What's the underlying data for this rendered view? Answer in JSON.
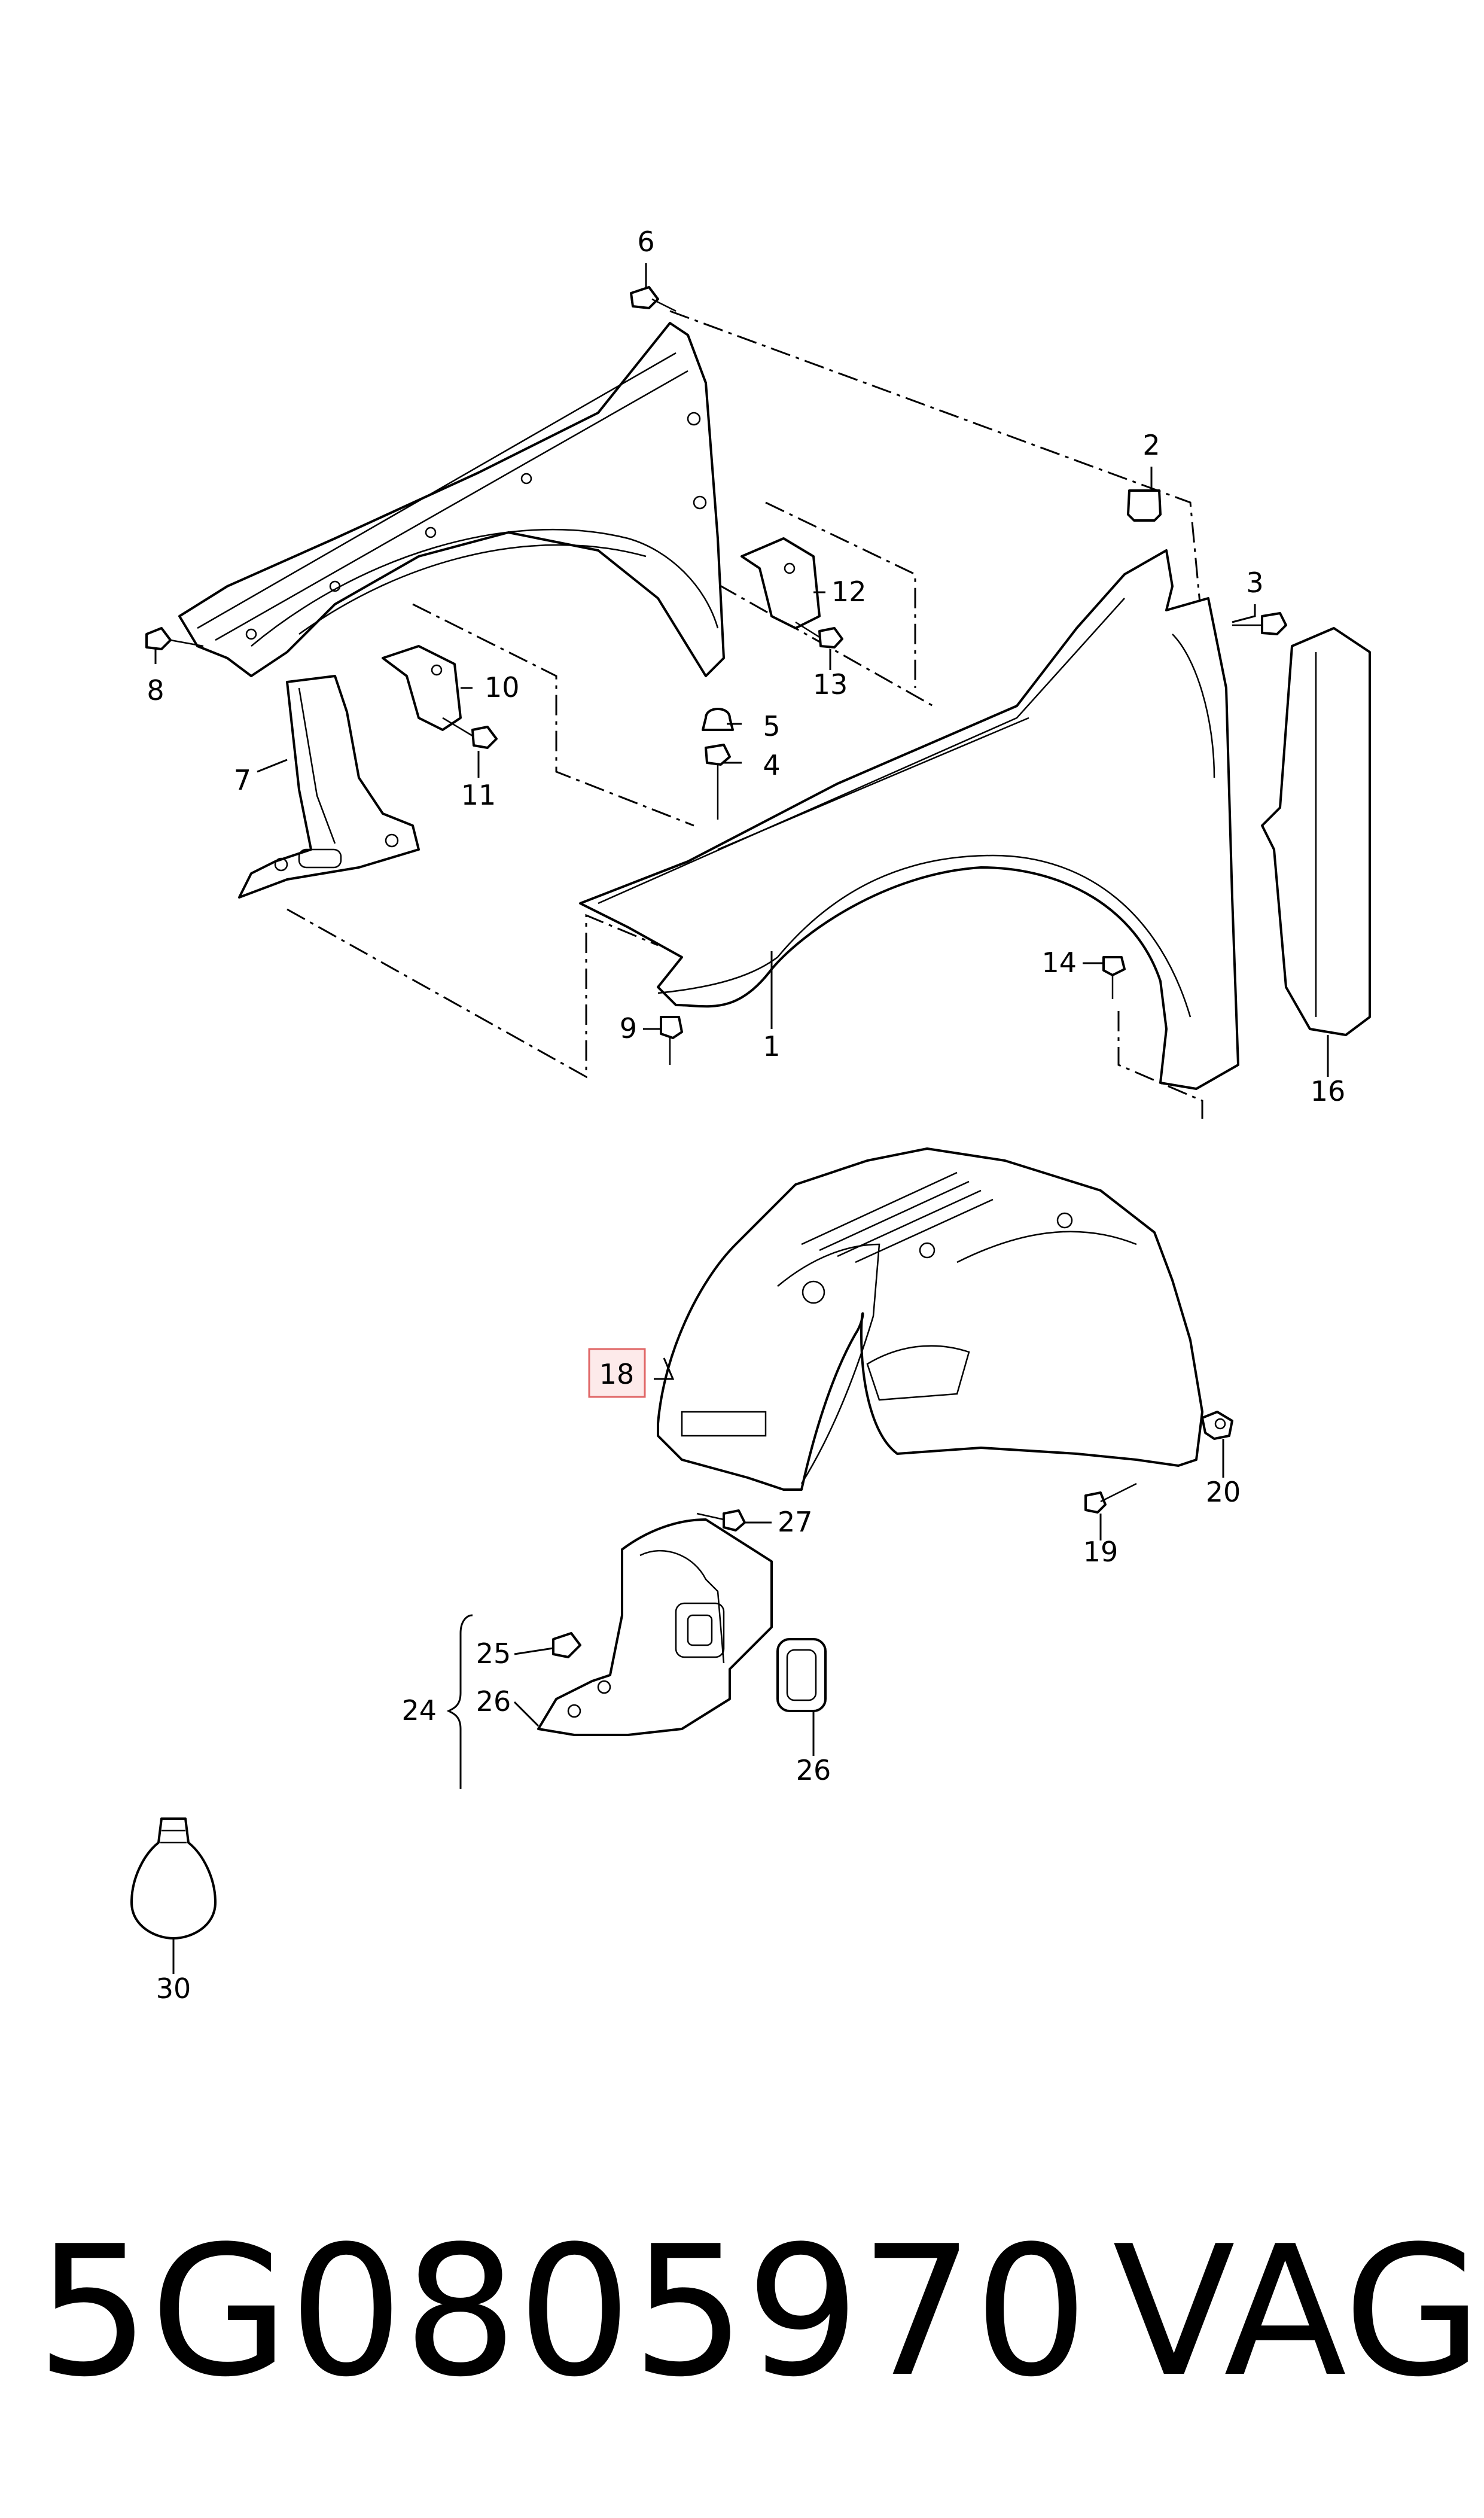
{
  "callouts": {
    "c1": "1",
    "c2": "2",
    "c3": "3",
    "c4": "4",
    "c5": "5",
    "c6": "6",
    "c7": "7",
    "c8": "8",
    "c9": "9",
    "c10": "10",
    "c11": "11",
    "c12": "12",
    "c13": "13",
    "c14": "14",
    "c16": "16",
    "c18": "18",
    "c19": "19",
    "c20": "20",
    "c24": "24",
    "c25": "25",
    "c26a": "26",
    "c26b": "26",
    "c27": "27",
    "c30": "30"
  },
  "highlighted_callout": "18",
  "colors": {
    "highlight_fill": "#fdeaea",
    "highlight_stroke": "#e06666"
  },
  "caption": {
    "part_number": "5G0805970",
    "brand": "VAG"
  }
}
